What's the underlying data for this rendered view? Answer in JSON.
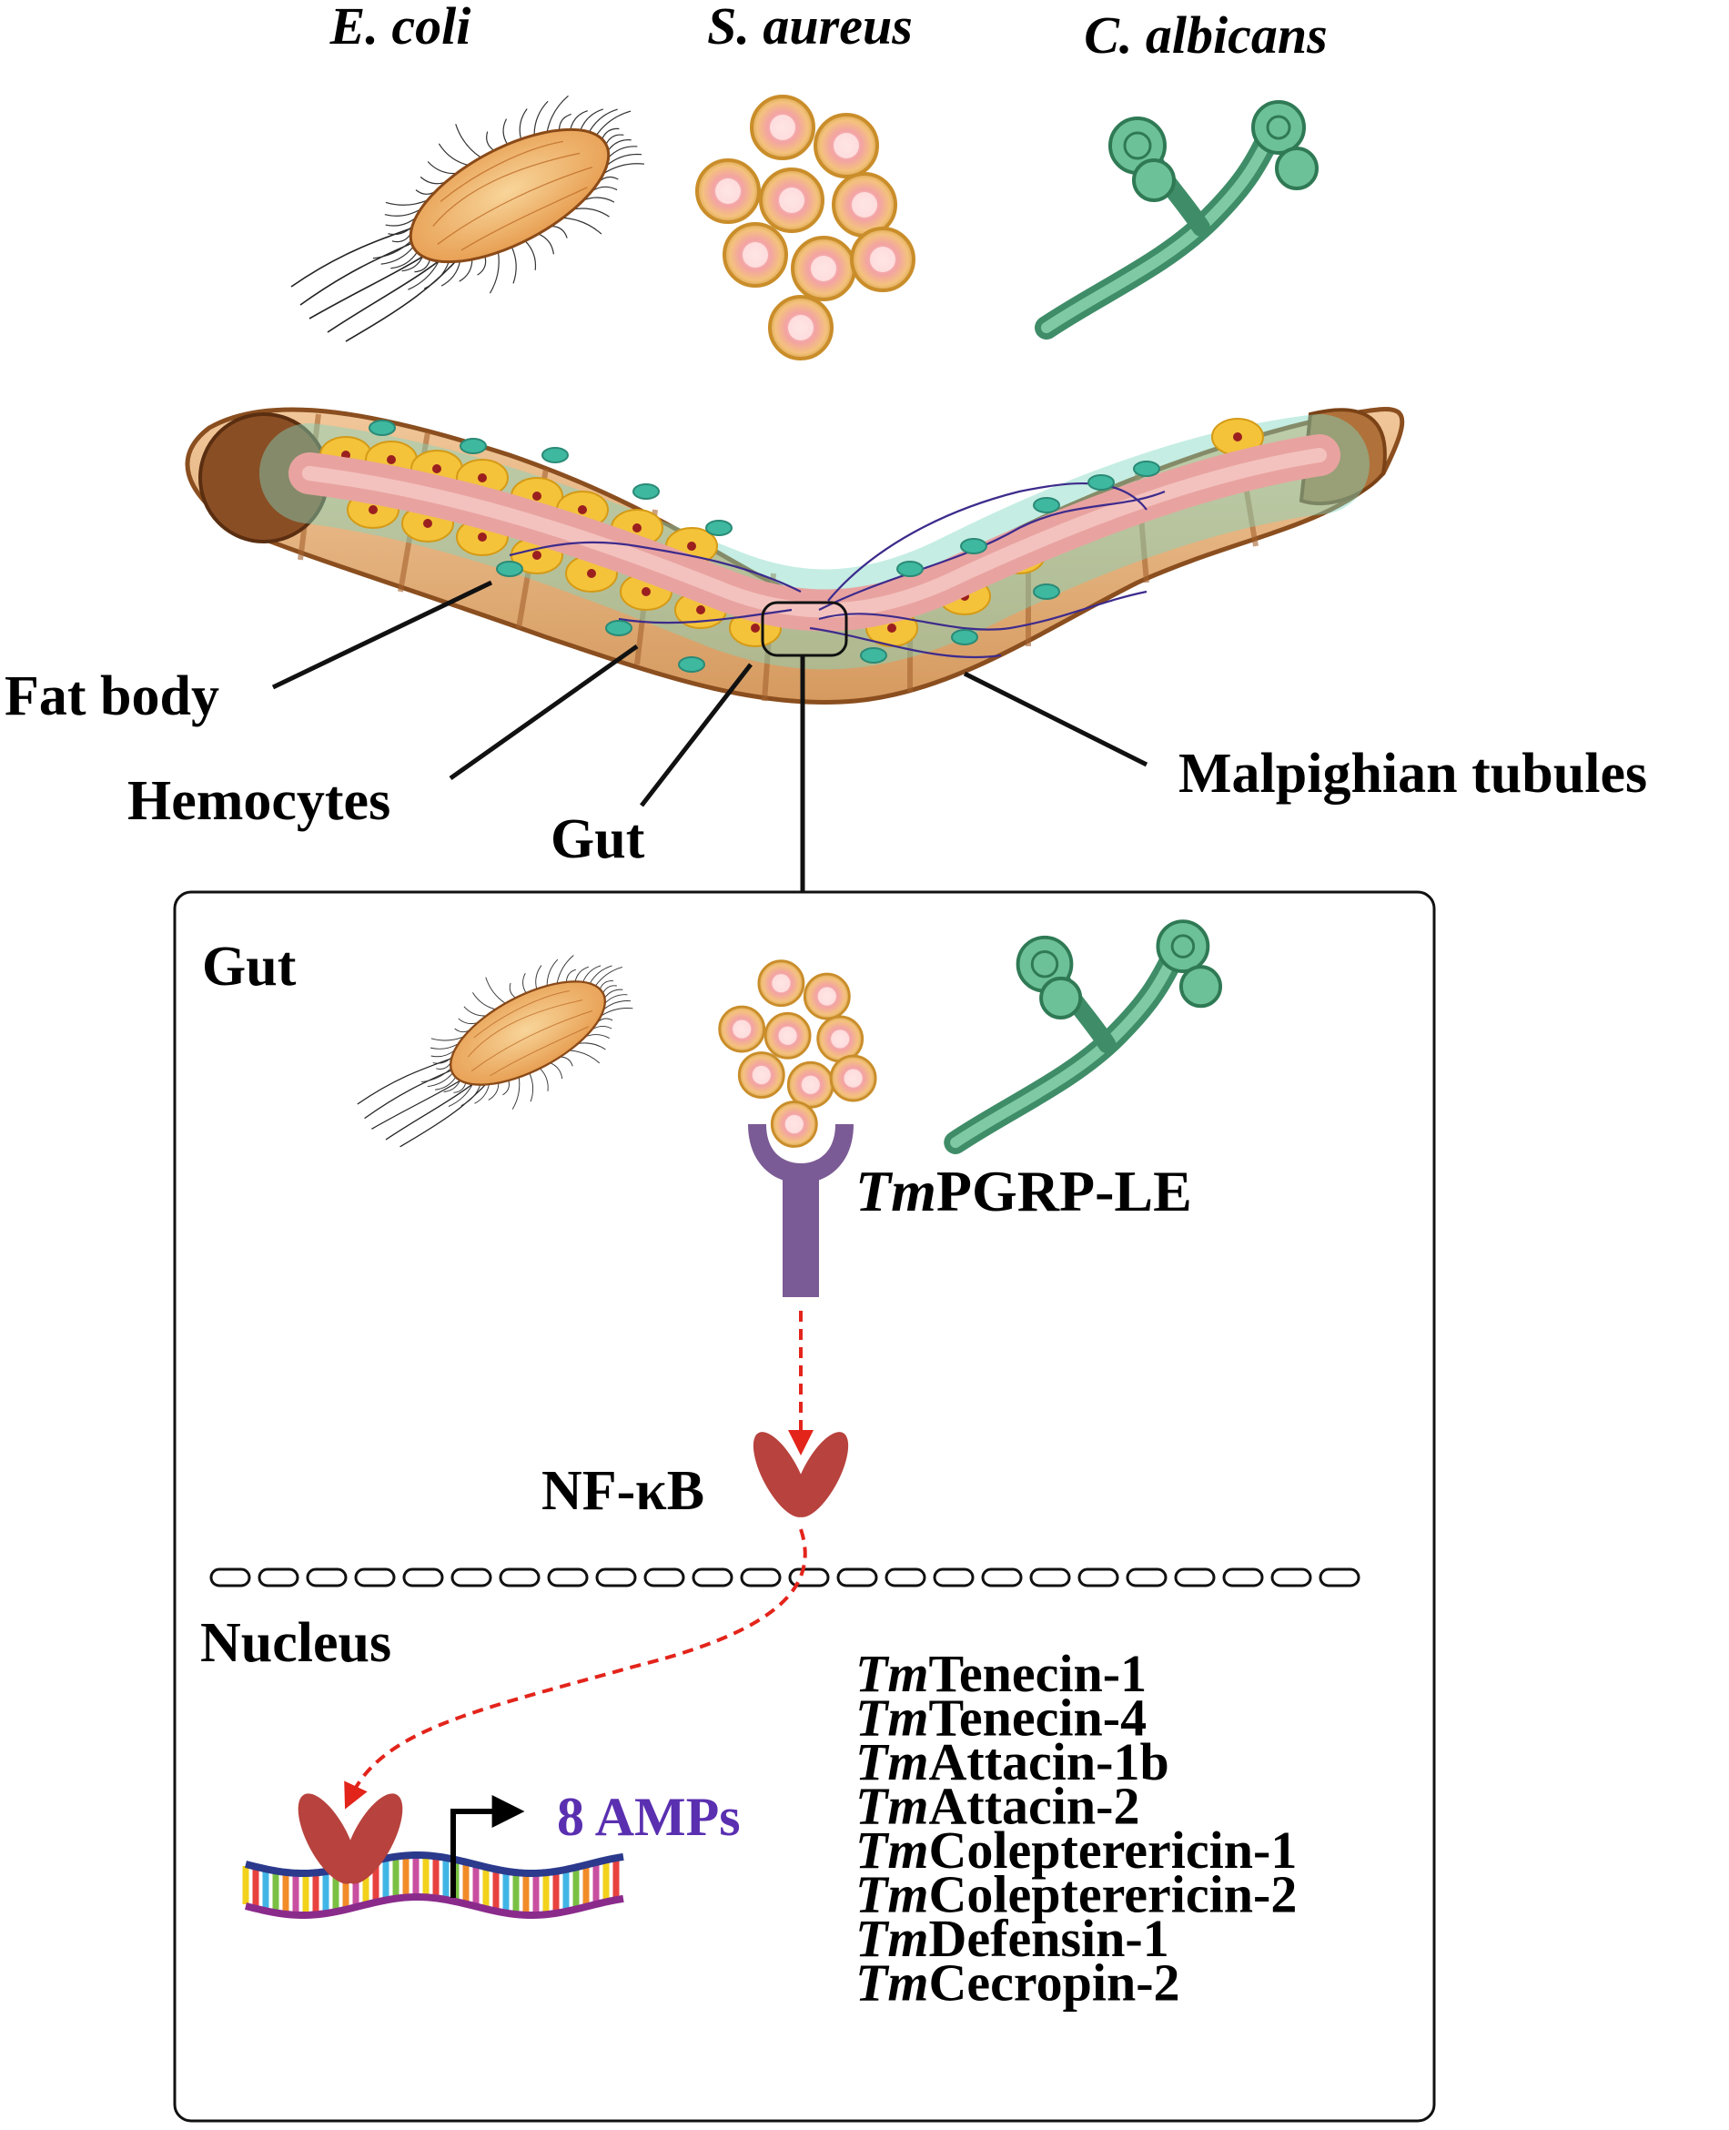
{
  "pathogens": {
    "ecoli": "E. coli",
    "saureus": "S. aureus",
    "calbicans": "C. albicans"
  },
  "tissues": {
    "fat_body": "Fat body",
    "hemocytes": "Hemocytes",
    "gut": "Gut",
    "malpighian": "Malpighian tubules"
  },
  "inset": {
    "title": "Gut",
    "receptor_prefix": "Tm",
    "receptor_name": "PGRP-LE",
    "nfkb": "NF-κB",
    "nucleus": "Nucleus",
    "amps": "8 AMPs"
  },
  "amp_list": [
    {
      "prefix": "Tm",
      "name": "Tenecin-1"
    },
    {
      "prefix": "Tm",
      "name": "Tenecin-4"
    },
    {
      "prefix": "Tm",
      "name": "Attacin-1b"
    },
    {
      "prefix": "Tm",
      "name": "Attacin-2"
    },
    {
      "prefix": "Tm",
      "name": "Colepterericin-1"
    },
    {
      "prefix": "Tm",
      "name": "Colepterericin-2"
    },
    {
      "prefix": "Tm",
      "name": "Defensin-1"
    },
    {
      "prefix": "Tm",
      "name": "Cecropin-2"
    }
  ],
  "colors": {
    "receptor": "#7b5b95",
    "nfkb": "#b8423d",
    "arrow": "#e3241b",
    "amps_text": "#5a2fb0",
    "bacterium": "#f0b25c",
    "coccus": "#f2c07a",
    "fungus": "#5cae86"
  }
}
